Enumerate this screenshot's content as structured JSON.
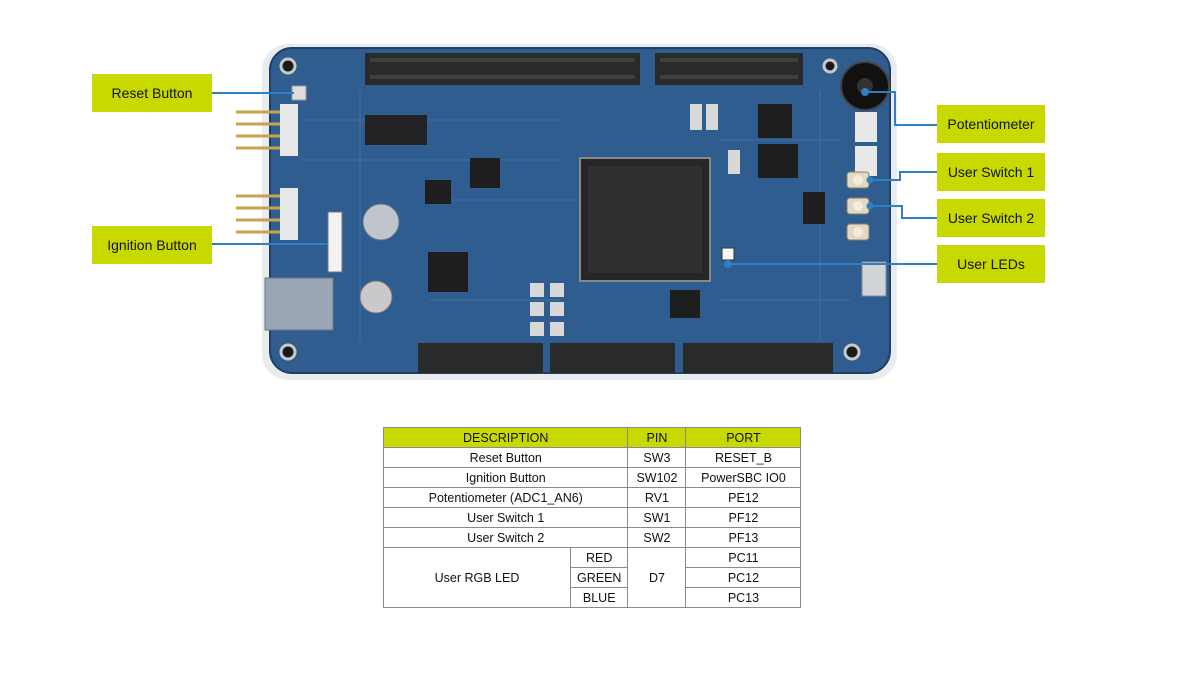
{
  "callouts": {
    "reset_button": "Reset Button",
    "ignition_button": "Ignition Button",
    "potentiometer": "Potentiometer",
    "user_switch_1": "User Switch 1",
    "user_switch_2": "User Switch 2",
    "user_leds": "User LEDs"
  },
  "table": {
    "headers": [
      "DESCRIPTION",
      "PIN",
      "PORT"
    ],
    "rows": [
      {
        "description": "Reset Button",
        "pin": "SW3",
        "port": "RESET_B"
      },
      {
        "description": "Ignition Button",
        "pin": "SW102",
        "port": "PowerSBC IO0"
      },
      {
        "description": "Potentiometer (ADC1_AN6)",
        "pin": "RV1",
        "port": "PE12"
      },
      {
        "description": "User Switch 1",
        "pin": "SW1",
        "port": "PF12"
      },
      {
        "description": "User Switch 2",
        "pin": "SW2",
        "port": "PF13"
      }
    ],
    "rgb": {
      "description": "User RGB LED",
      "pin": "D7",
      "colors": [
        {
          "name": "RED",
          "port": "PC11"
        },
        {
          "name": "GREEN",
          "port": "PC12"
        },
        {
          "name": "BLUE",
          "port": "PC13"
        }
      ]
    }
  },
  "colors": {
    "accent": "#c8d900",
    "board": "#2f5d8f",
    "leader_line": "#2f7fc8"
  }
}
